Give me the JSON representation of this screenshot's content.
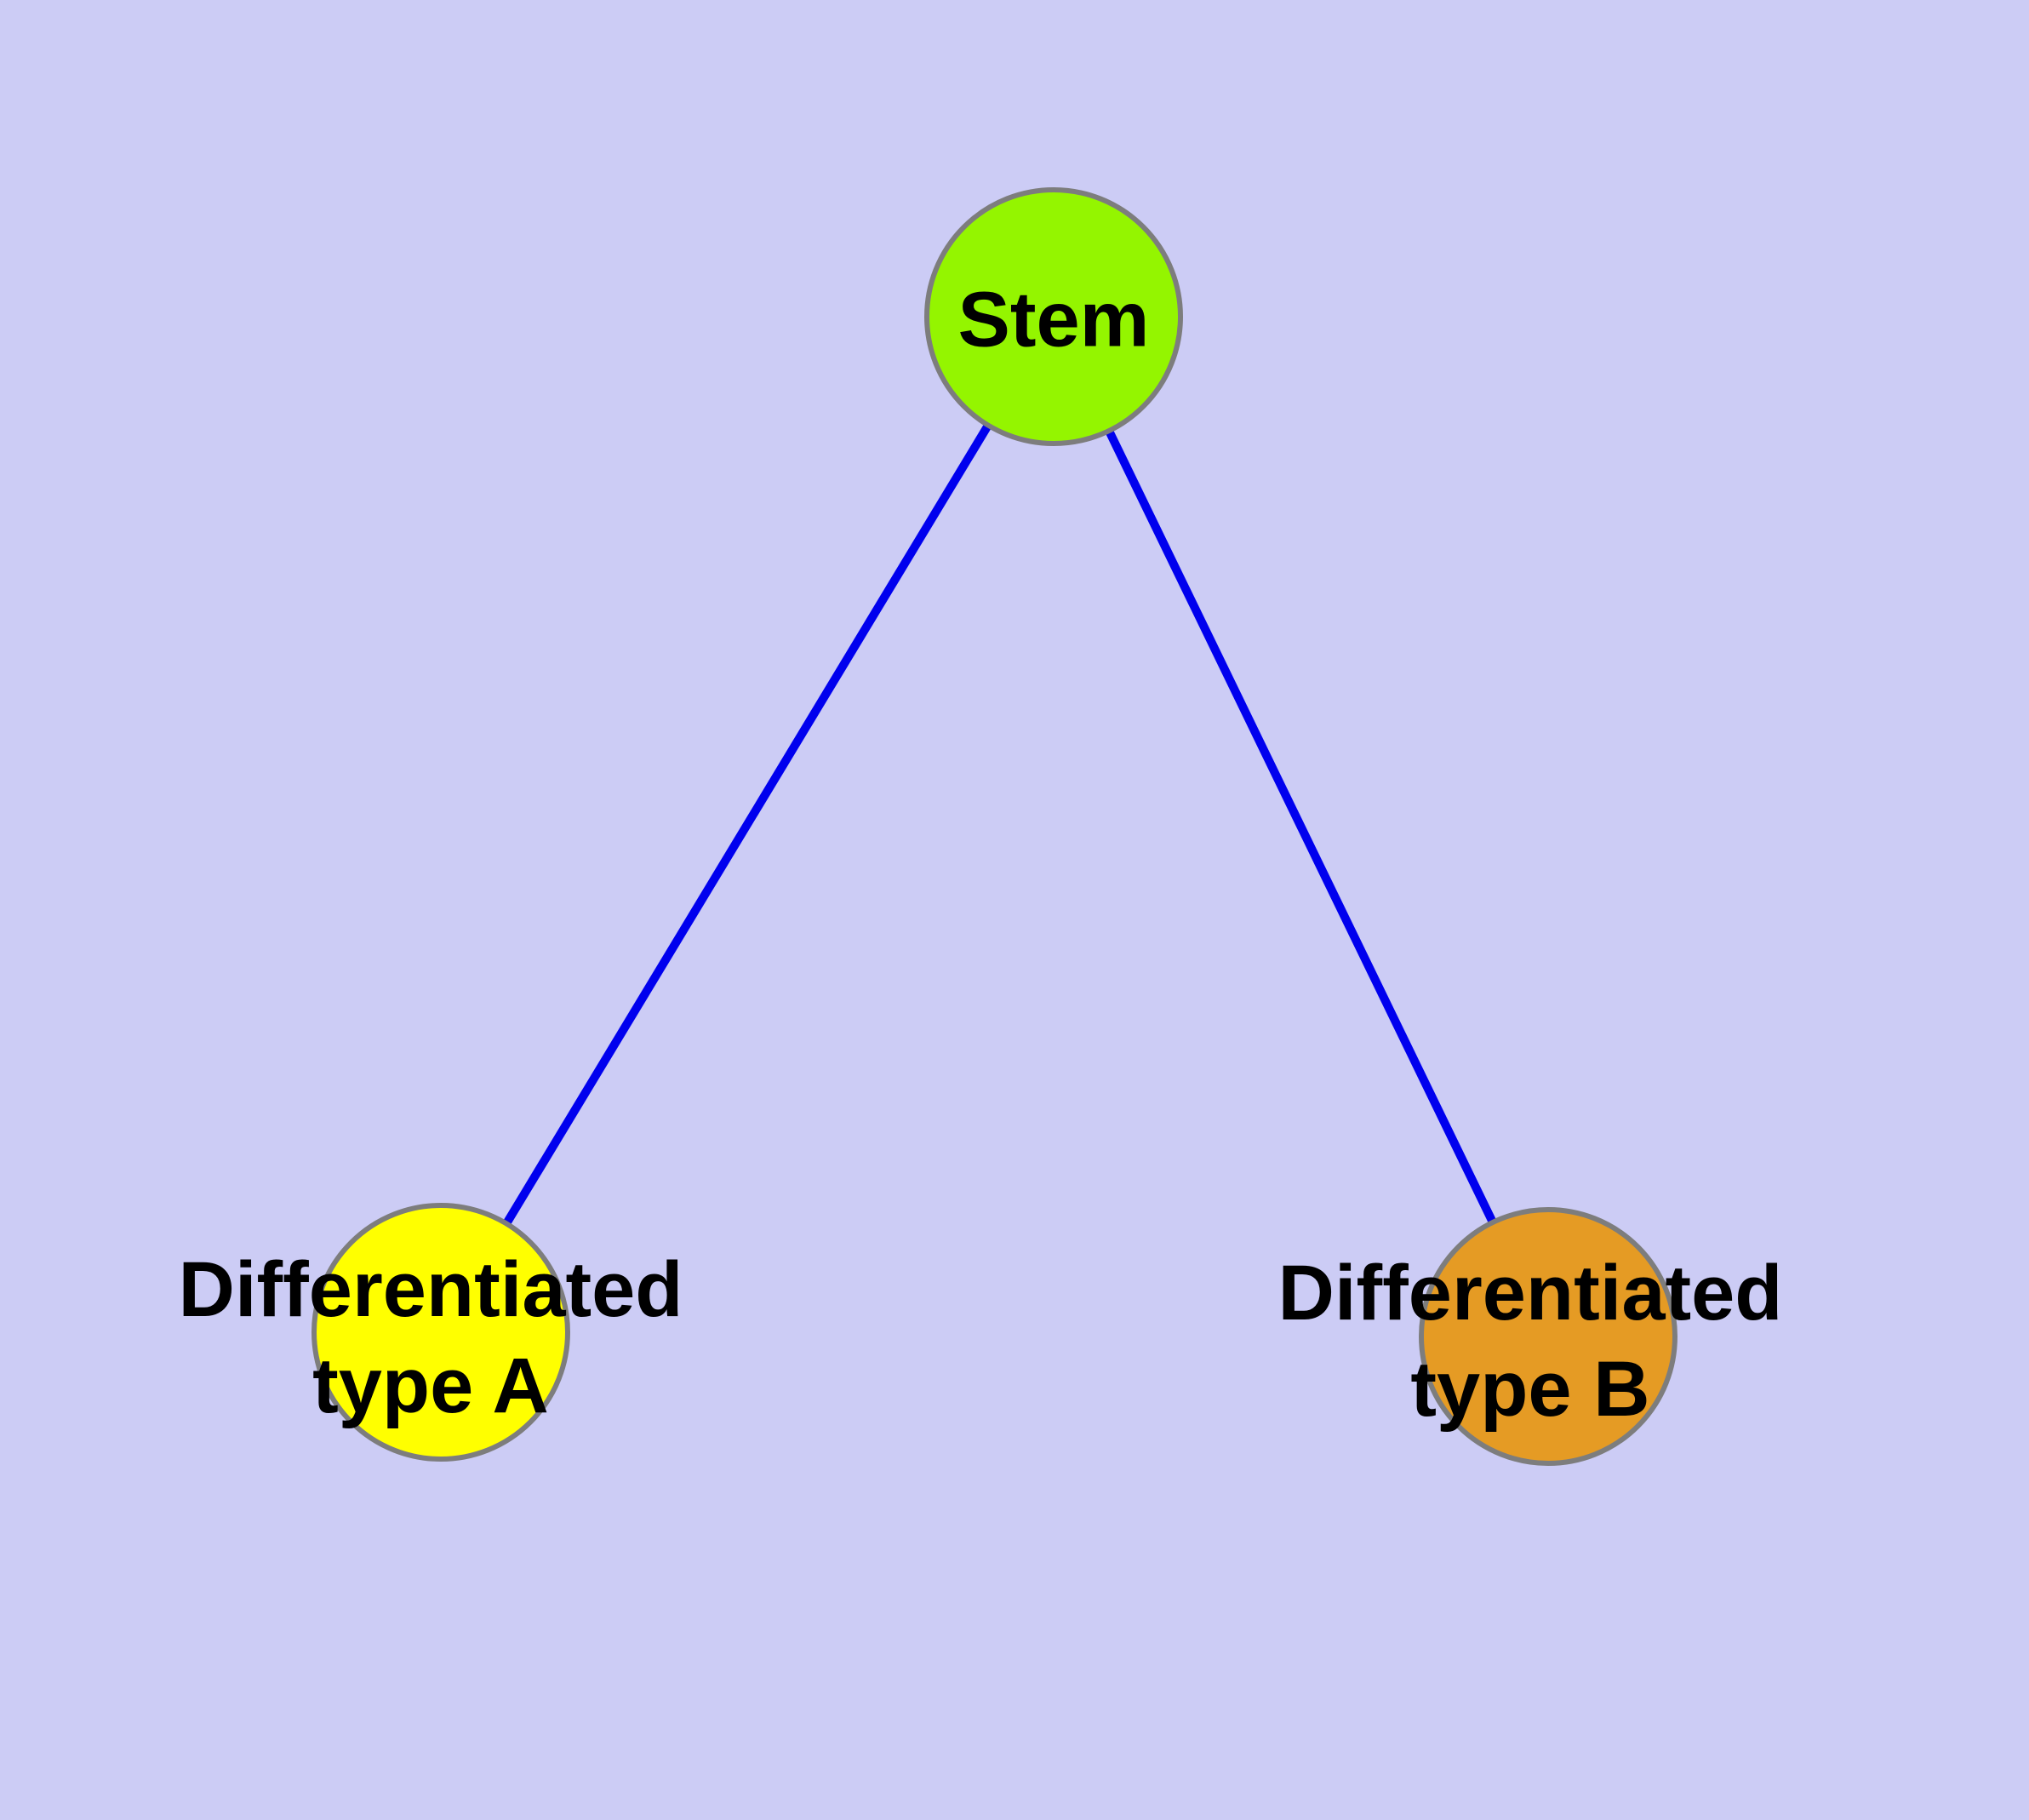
{
  "diagram": {
    "background_color": "#ccccf5",
    "edge_color": "#0000ee",
    "node_border_color": "#7d7d7d",
    "text_color": "#000000",
    "nodes": {
      "stem": {
        "label": "Stem",
        "fill_color": "#94f500"
      },
      "type_a": {
        "label_line1": "Differentiated",
        "label_line2": "type A",
        "fill_color": "#ffff00"
      },
      "type_b": {
        "label_line1": "Differentiated",
        "label_line2": "type B",
        "fill_color": "#e59b24"
      }
    },
    "edges": [
      {
        "from": "Stem",
        "to": "Differentiated type A"
      },
      {
        "from": "Stem",
        "to": "Differentiated type B"
      }
    ]
  }
}
